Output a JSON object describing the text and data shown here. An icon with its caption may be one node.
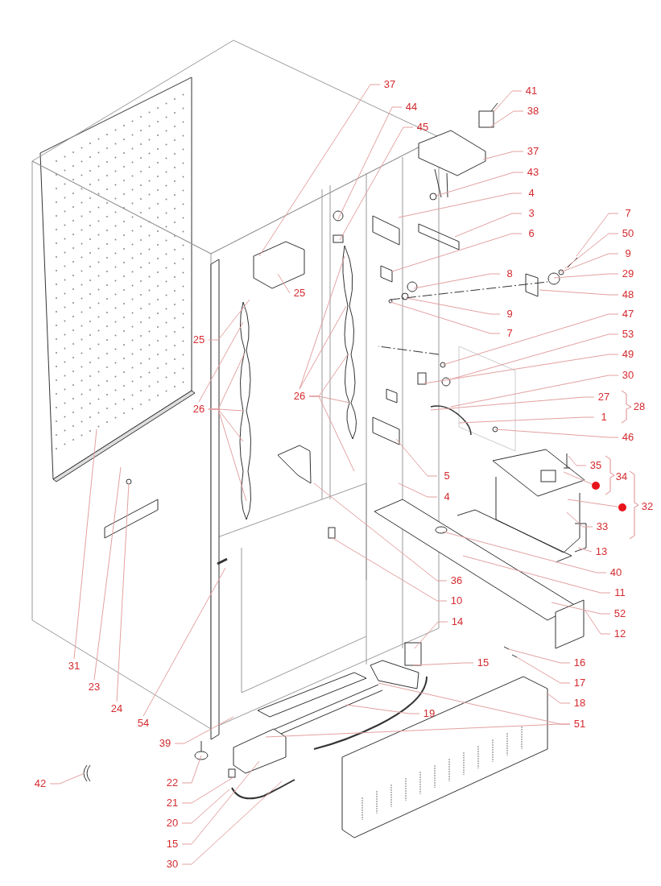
{
  "diagram": {
    "nodes": [
      {
        "text": [
          "37"
        ]
      },
      {
        "text": [
          "44"
        ]
      },
      {
        "text": [
          "45"
        ]
      },
      {
        "text": [
          "41"
        ]
      },
      {
        "text": [
          "38"
        ]
      },
      {
        "text": [
          "37"
        ]
      },
      {
        "text": [
          "43"
        ]
      },
      {
        "text": [
          "4"
        ]
      },
      {
        "text": [
          "3"
        ]
      },
      {
        "text": [
          "6"
        ]
      },
      {
        "text": [
          "7"
        ]
      },
      {
        "text": [
          "50"
        ]
      },
      {
        "text": [
          "9"
        ]
      },
      {
        "text": [
          "29"
        ]
      },
      {
        "text": [
          "8"
        ]
      },
      {
        "text": [
          "48"
        ]
      },
      {
        "text": [
          "25"
        ]
      },
      {
        "text": [
          "9"
        ]
      },
      {
        "text": [
          "25"
        ]
      },
      {
        "text": [
          "7"
        ]
      },
      {
        "text": [
          "47"
        ]
      },
      {
        "text": [
          "53"
        ]
      },
      {
        "text": [
          "49"
        ]
      },
      {
        "text": [
          "26"
        ]
      },
      {
        "text": [
          "26"
        ]
      },
      {
        "text": [
          "30"
        ]
      },
      {
        "text": [
          "27"
        ]
      },
      {
        "text": [
          "1"
        ]
      },
      {
        "text": [
          "46"
        ]
      },
      {
        "text": [
          "5"
        ]
      },
      {
        "text": [
          "4"
        ]
      },
      {
        "text": [
          "35"
        ]
      },
      {
        "text": [
          "33"
        ]
      },
      {
        "text": [
          "13"
        ]
      },
      {
        "text": [
          "31"
        ]
      },
      {
        "text": [
          "23"
        ]
      },
      {
        "text": [
          "24"
        ]
      },
      {
        "text": [
          "54"
        ]
      },
      {
        "text": [
          "40"
        ]
      },
      {
        "text": [
          "36"
        ]
      },
      {
        "text": [
          "11"
        ]
      },
      {
        "text": [
          "10"
        ]
      },
      {
        "text": [
          "52"
        ]
      },
      {
        "text": [
          "12"
        ]
      },
      {
        "text": [
          "14"
        ]
      },
      {
        "text": [
          "15"
        ]
      },
      {
        "text": [
          "16"
        ]
      },
      {
        "text": [
          "17"
        ]
      },
      {
        "text": [
          "18"
        ]
      },
      {
        "text": [
          "19"
        ]
      },
      {
        "text": [
          "51"
        ]
      },
      {
        "text": [
          "39"
        ]
      },
      {
        "text": [
          "22"
        ]
      },
      {
        "text": [
          "42"
        ]
      },
      {
        "text": [
          "21"
        ]
      },
      {
        "text": [
          "20"
        ]
      },
      {
        "text": [
          "15"
        ]
      },
      {
        "text": [
          "30"
        ]
      },
      {
        "text": [],
        "shape": "circle"
      },
      {
        "text": [],
        "shape": "circle"
      }
    ],
    "edges": [
      {
        "from": 0,
        "to": null,
        "arrow": "none"
      },
      {
        "from": 1,
        "to": null,
        "arrow": "none"
      },
      {
        "from": 2,
        "to": null,
        "arrow": "none"
      },
      {
        "from": 3,
        "to": null,
        "arrow": "none"
      },
      {
        "from": 4,
        "to": null,
        "arrow": "none"
      },
      {
        "from": 5,
        "to": null,
        "arrow": "none"
      },
      {
        "from": 6,
        "to": null,
        "arrow": "none"
      },
      {
        "from": 7,
        "to": null,
        "arrow": "none"
      },
      {
        "from": 8,
        "to": null,
        "arrow": "none"
      },
      {
        "from": 9,
        "to": null,
        "arrow": "none"
      },
      {
        "from": 10,
        "to": null,
        "arrow": "none"
      },
      {
        "from": 11,
        "to": null,
        "arrow": "none"
      },
      {
        "from": 12,
        "to": null,
        "arrow": "none"
      },
      {
        "from": 13,
        "to": null,
        "arrow": "none"
      },
      {
        "from": 14,
        "to": null,
        "arrow": "none"
      },
      {
        "from": 15,
        "to": null,
        "arrow": "none"
      },
      {
        "from": 16,
        "to": null,
        "arrow": "none"
      },
      {
        "from": 17,
        "to": null,
        "arrow": "none"
      },
      {
        "from": 18,
        "to": null,
        "arrow": "none"
      },
      {
        "from": 19,
        "to": null,
        "arrow": "none"
      },
      {
        "from": 20,
        "to": null,
        "arrow": "none"
      },
      {
        "from": 21,
        "to": null,
        "arrow": "none"
      },
      {
        "from": 22,
        "to": null,
        "arrow": "none"
      },
      {
        "from": 23,
        "to": null,
        "arrow": "none"
      },
      {
        "from": 23,
        "to": null,
        "arrow": "none"
      },
      {
        "from": 23,
        "to": null,
        "arrow": "none"
      },
      {
        "from": 23,
        "to": null,
        "arrow": "none"
      },
      {
        "from": 23,
        "to": null,
        "arrow": "none"
      },
      {
        "from": 24,
        "to": null,
        "arrow": "none"
      },
      {
        "from": 24,
        "to": null,
        "arrow": "none"
      },
      {
        "from": 24,
        "to": null,
        "arrow": "none"
      },
      {
        "from": 24,
        "to": null,
        "arrow": "none"
      },
      {
        "from": 24,
        "to": null,
        "arrow": "none"
      },
      {
        "from": 25,
        "to": null,
        "arrow": "none"
      },
      {
        "from": 26,
        "to": null,
        "arrow": "none"
      },
      {
        "from": 27,
        "to": null,
        "arrow": "none"
      },
      {
        "from": 28,
        "to": null,
        "arrow": "none"
      },
      {
        "from": 29,
        "to": null,
        "arrow": "none"
      },
      {
        "from": 30,
        "to": null,
        "arrow": "none"
      },
      {
        "from": 31,
        "to": null,
        "arrow": "none"
      },
      {
        "from": 32,
        "to": null,
        "arrow": "none"
      },
      {
        "from": 33,
        "to": null,
        "arrow": "none"
      },
      {
        "from": 34,
        "to": null,
        "arrow": "none"
      },
      {
        "from": 35,
        "to": null,
        "arrow": "none"
      },
      {
        "from": 36,
        "to": null,
        "arrow": "none"
      },
      {
        "from": 37,
        "to": null,
        "arrow": "none"
      },
      {
        "from": 38,
        "to": null,
        "arrow": "none"
      },
      {
        "from": 39,
        "to": null,
        "arrow": "none"
      },
      {
        "from": 40,
        "to": null,
        "arrow": "none"
      },
      {
        "from": 41,
        "to": null,
        "arrow": "none"
      },
      {
        "from": 42,
        "to": null,
        "arrow": "none"
      },
      {
        "from": 43,
        "to": null,
        "arrow": "none"
      },
      {
        "from": 44,
        "to": null,
        "arrow": "none"
      },
      {
        "from": 45,
        "to": null,
        "arrow": "none"
      },
      {
        "from": 46,
        "to": null,
        "arrow": "none"
      },
      {
        "from": 47,
        "to": null,
        "arrow": "none"
      },
      {
        "from": 48,
        "to": null,
        "arrow": "none"
      },
      {
        "from": 49,
        "to": null,
        "arrow": "none"
      },
      {
        "from": 50,
        "to": null,
        "arrow": "none"
      },
      {
        "from": 50,
        "to": null,
        "arrow": "none"
      },
      {
        "from": 51,
        "to": null,
        "arrow": "none"
      },
      {
        "from": 52,
        "to": null,
        "arrow": "none"
      },
      {
        "from": 53,
        "to": null,
        "arrow": "none"
      },
      {
        "from": 54,
        "to": null,
        "arrow": "none"
      },
      {
        "from": 55,
        "to": null,
        "arrow": "none"
      },
      {
        "from": 56,
        "to": null,
        "arrow": "none"
      },
      {
        "from": 57,
        "to": null,
        "arrow": "none"
      },
      {
        "from": null,
        "to": 58,
        "arrow": "none"
      },
      {
        "from": null,
        "to": 59,
        "arrow": "none"
      }
    ],
    "labels": [
      "28",
      "34",
      "32"
    ]
  }
}
